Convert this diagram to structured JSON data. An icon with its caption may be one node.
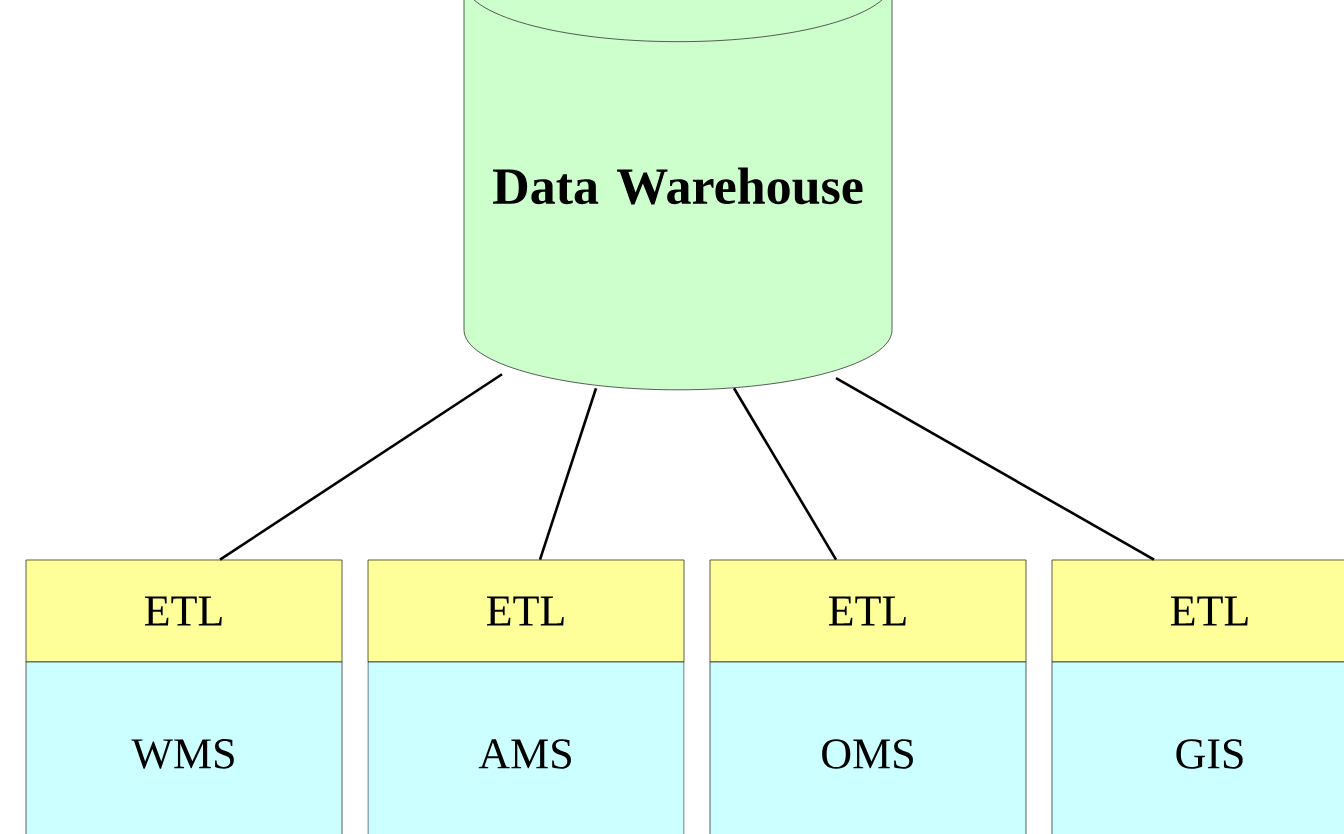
{
  "diagram": {
    "nodes": [
      {
        "text": [
          "Data Warehouse"
        ]
      },
      {
        "text": [
          "ETL"
        ]
      },
      {
        "text": [
          "WMS"
        ]
      },
      {
        "text": [
          "ETL"
        ]
      },
      {
        "text": [
          "AMS"
        ]
      },
      {
        "text": [
          "ETL"
        ]
      },
      {
        "text": [
          "OMS"
        ]
      },
      {
        "text": [
          "ETL"
        ]
      },
      {
        "text": [
          "GIS"
        ]
      }
    ],
    "edges": [
      {
        "from": 0,
        "to": 1,
        "arrow": "none"
      },
      {
        "from": 0,
        "to": 3,
        "arrow": "none"
      },
      {
        "from": 0,
        "to": 5,
        "arrow": "none"
      },
      {
        "from": 0,
        "to": 7,
        "arrow": "none"
      }
    ]
  }
}
